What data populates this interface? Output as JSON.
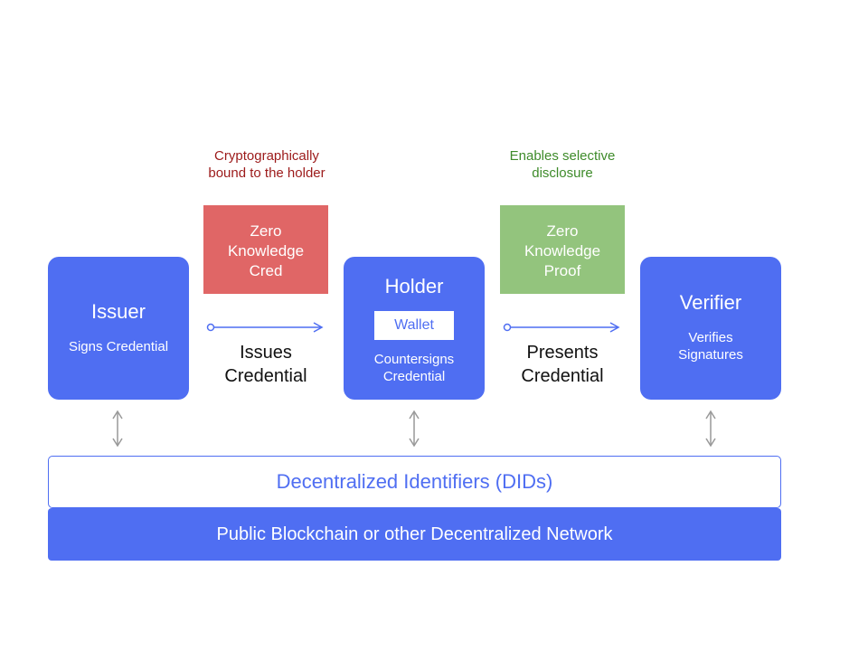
{
  "annotations": {
    "left": [
      "Cryptographically",
      "bound to the holder"
    ],
    "right": [
      "Enables selective",
      "disclosure"
    ]
  },
  "zk_boxes": {
    "cred": [
      "Zero",
      "Knowledge",
      "Cred"
    ],
    "proof": [
      "Zero",
      "Knowledge",
      "Proof"
    ]
  },
  "roles": {
    "issuer": {
      "title": "Issuer",
      "subtitle": "Signs Credential"
    },
    "holder": {
      "title": "Holder",
      "wallet": "Wallet",
      "subtitle_lines": [
        "Countersigns",
        "Credential"
      ]
    },
    "verifier": {
      "title": "Verifier",
      "subtitle_lines": [
        "Verifies",
        "Signatures"
      ]
    }
  },
  "flows": {
    "issues": [
      "Issues",
      "Credential"
    ],
    "presents": [
      "Presents",
      "Credential"
    ]
  },
  "layers": {
    "did": "Decentralized Identifiers (DIDs)",
    "network": "Public Blockchain or other Decentralized Network"
  },
  "colors": {
    "blue": "#4f6ef2",
    "red_box": "#e06666",
    "green_box": "#93c47d",
    "red_text": "#9c1a1a",
    "green_text": "#3e8b2a"
  }
}
